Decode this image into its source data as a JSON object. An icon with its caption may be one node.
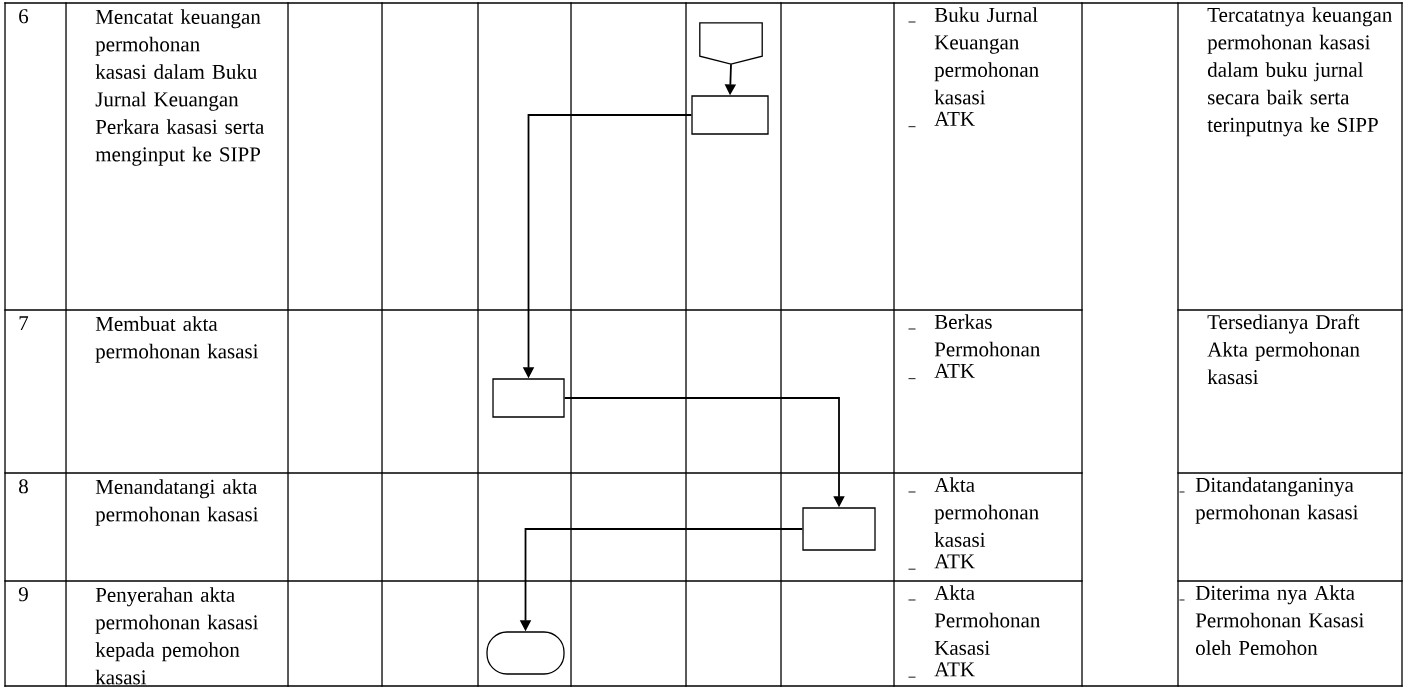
{
  "diagram": {
    "nodes": [
      {
        "text": [],
        "shape": "pentagon"
      },
      {
        "text": [],
        "shape": "box"
      },
      {
        "text": [],
        "shape": "box"
      },
      {
        "text": [],
        "shape": "box"
      },
      {
        "text": [],
        "shape": "oval"
      }
    ],
    "edges": [
      {
        "from": 0,
        "to": 1,
        "arrow": "to"
      },
      {
        "from": 1,
        "to": 2,
        "arrow": "to"
      },
      {
        "from": 2,
        "to": 3,
        "arrow": "to"
      },
      {
        "from": 3,
        "to": 4,
        "arrow": "to"
      }
    ],
    "labels": [
      "6",
      "Mencatat keuangan permohonan kasasi dalam Buku Jurnal Keuangan Perkara kasasi serta menginput ke SIPP",
      "Buku Jurnal Keuangan permohonan kasasi",
      "ATK",
      "Tercatatnya keuangan permohonan kasasi dalam buku jurnal secara baik serta terinputnya ke SIPP",
      "7",
      "Membuat akta permohonan kasasi",
      "Berkas Permohonan",
      "ATK",
      "Tersedianya Draft Akta permohonan kasasi",
      "8",
      "Menandatangi akta permohonan kasasi",
      "Akta permohonan kasasi",
      "ATK",
      "Ditandatanganinya permohonan kasasi",
      "9",
      "Penyerahan akta permohonan kasasi kepada pemohon kasasi",
      "Akta Permohonan Kasasi",
      "ATK",
      "Diterima nya Akta Permohonan Kasasi oleh Pemohon"
    ]
  }
}
